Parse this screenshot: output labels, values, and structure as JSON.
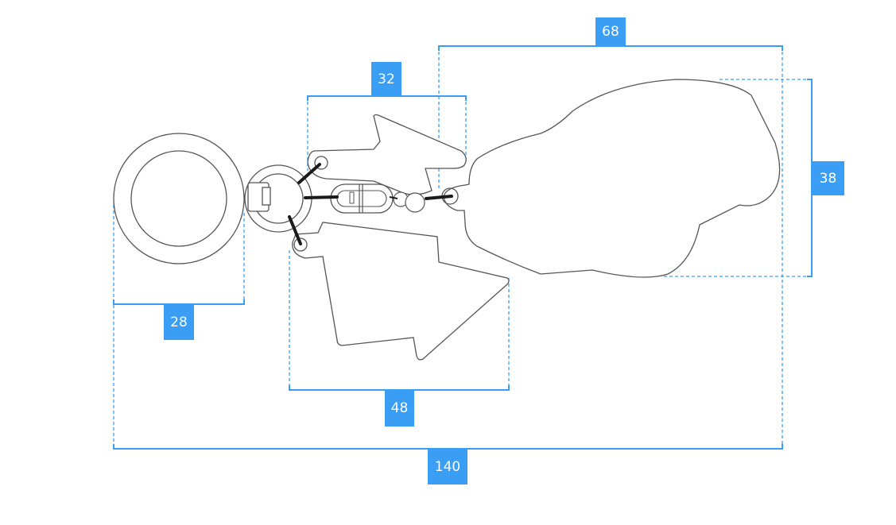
{
  "dimensions": {
    "top_overall_width": "68",
    "upper_charm_width": "32",
    "cloud_height": "38",
    "ring_diameter": "28",
    "lower_charm_width": "48",
    "total_length": "140"
  },
  "colors": {
    "dimension": "#3a9ef5",
    "outline": "#555555"
  }
}
